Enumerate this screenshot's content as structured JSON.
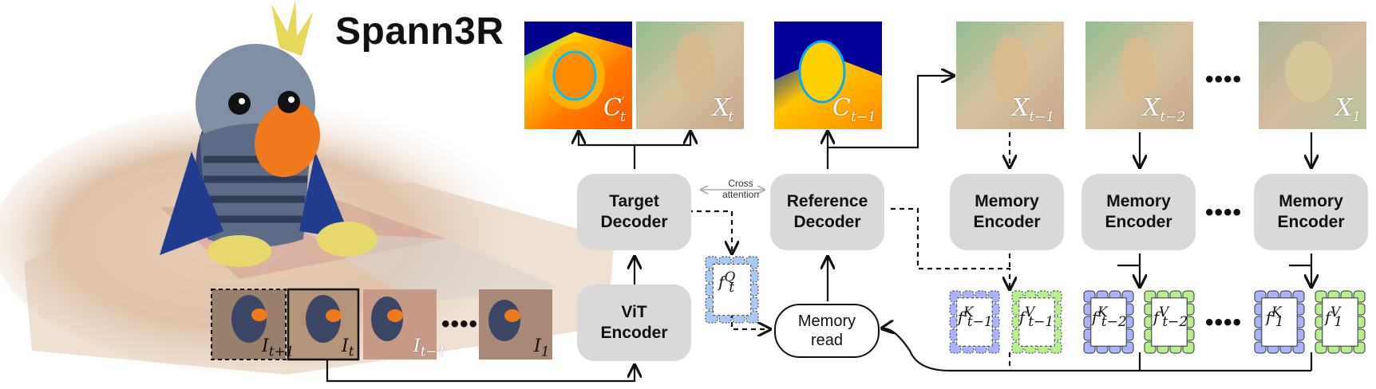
{
  "title": "Spann3R",
  "blocks": {
    "vit_encoder": "ViT\nEncoder",
    "target_decoder": "Target\nDecoder",
    "reference_decoder": "Reference\nDecoder",
    "memory_encoder": "Memory\nEncoder",
    "memory_read": "Memory\nread",
    "cross_attention": "Cross\nattention"
  },
  "labels": {
    "conf_target": {
      "base": "C",
      "sup": "′",
      "sub": "t"
    },
    "pts_target": {
      "base": "X",
      "sup": "′",
      "sub": "t"
    },
    "conf_reference": {
      "base": "C",
      "sub": "t−1"
    },
    "memory_pts": [
      {
        "base": "X",
        "sub": "t−1"
      },
      {
        "base": "X",
        "sub": "t−2"
      },
      {
        "base": "X",
        "sub": "1"
      }
    ],
    "query_feature": {
      "base": "f",
      "sup": "Q",
      "sub": "t"
    },
    "memory_keys": [
      {
        "base": "f",
        "sup": "K",
        "sub": "t−1"
      },
      {
        "base": "f",
        "sup": "K",
        "sub": "t−2"
      },
      {
        "base": "f",
        "sup": "K",
        "sub": "1"
      }
    ],
    "memory_values": [
      {
        "base": "f",
        "sup": "V",
        "sub": "t−1"
      },
      {
        "base": "f",
        "sup": "V",
        "sub": "t−2"
      },
      {
        "base": "f",
        "sup": "V",
        "sub": "1"
      }
    ],
    "input_frames": [
      "I",
      "I",
      "I",
      "I"
    ],
    "input_frame_subscripts": [
      "t+1",
      "t",
      "t−1",
      "1"
    ]
  },
  "ellipsis": "••••",
  "colors": {
    "block_fill": "#d9d9d9",
    "key_fill": "#aab3ff",
    "value_fill": "#b6ef8c",
    "query_fill": "#a9c8f5",
    "arrow": "#111111"
  }
}
